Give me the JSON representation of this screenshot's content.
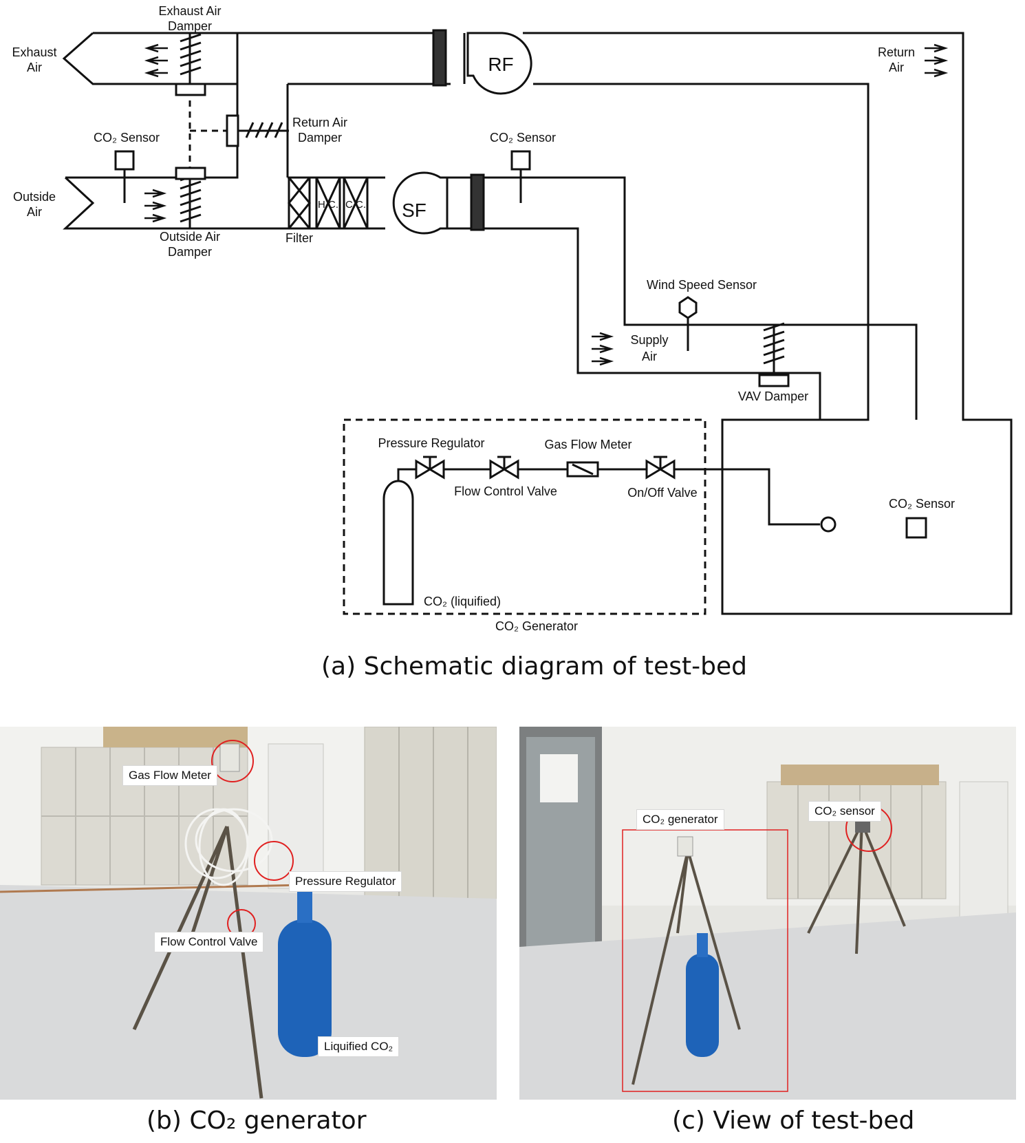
{
  "schematic": {
    "labels": {
      "exhaust_air_damper_1": "Exhaust Air",
      "exhaust_air_damper_2": "Damper",
      "exhaust_air_1": "Exhaust",
      "exhaust_air_2": "Air",
      "return_air_1": "Return",
      "return_air_2": "Air",
      "rf": "RF",
      "sf": "SF",
      "return_air_damper_1": "Return Air",
      "return_air_damper_2": "Damper",
      "co2_sensor_oa": "CO₂ Sensor",
      "co2_sensor_sa": "CO₂ Sensor",
      "co2_sensor_room": "CO₂ Sensor",
      "outside_air_1": "Outside",
      "outside_air_2": "Air",
      "outside_air_damper_1": "Outside Air",
      "outside_air_damper_2": "Damper",
      "filter": "Filter",
      "hc": "H.C.",
      "cc": "C.C.",
      "wind_speed_sensor": "Wind Speed Sensor",
      "supply_air_1": "Supply",
      "supply_air_2": "Air",
      "vav_damper": "VAV Damper",
      "pressure_regulator": "Pressure Regulator",
      "gas_flow_meter": "Gas Flow Meter",
      "flow_control_valve": "Flow Control Valve",
      "on_off_valve": "On/Off Valve",
      "co2_liquified": "CO₂ (liquified)",
      "co2_generator": "CO₂ Generator"
    },
    "colors": {
      "line": "#111111"
    }
  },
  "captions": {
    "a": "(a) Schematic diagram of test-bed",
    "b": "(b) CO₂ generator",
    "c": "(c) View of test-bed"
  },
  "photo_b": {
    "tags": {
      "gas_flow_meter": "Gas Flow Meter",
      "pressure_regulator": "Pressure Regulator",
      "flow_control_valve": "Flow Control Valve",
      "liquified_co2": "Liquified CO₂"
    },
    "colors": {
      "highlight": "#e02020",
      "cylinder": "#1e63b8"
    }
  },
  "photo_c": {
    "tags": {
      "co2_generator": "CO₂ generator",
      "co2_sensor": "CO₂ sensor"
    },
    "colors": {
      "highlight": "#e02020",
      "cylinder": "#1e63b8"
    }
  }
}
